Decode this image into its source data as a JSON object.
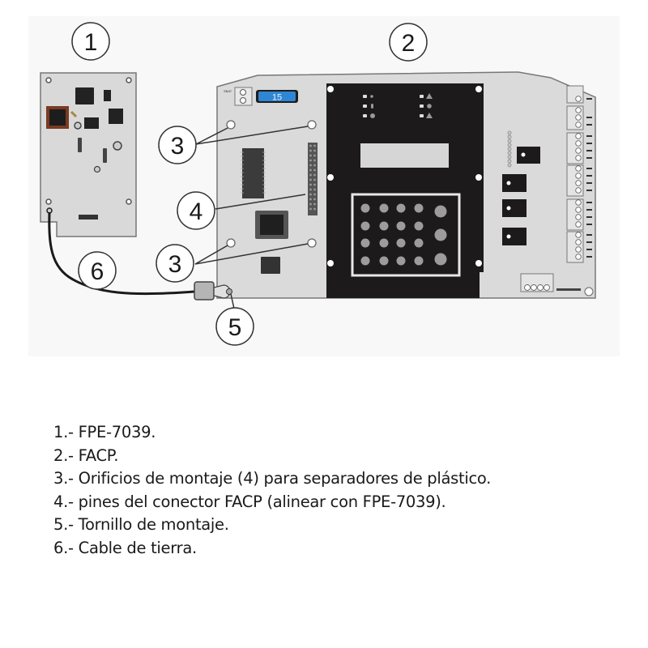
{
  "diagram": {
    "background": "#f7f7f7",
    "board_fill": "#d9d9d9",
    "board_stroke": "#7a7a7a",
    "panel_black": "#1c1a1a",
    "display_fill": "#d6d6d6",
    "key_fill": "#9c9c9c",
    "badge_blue": "#2e86d4",
    "chip_brown": "#7a3a22",
    "callouts": [
      {
        "id": "1",
        "label": "1"
      },
      {
        "id": "2",
        "label": "2"
      },
      {
        "id": "3a",
        "label": "3"
      },
      {
        "id": "4",
        "label": "4"
      },
      {
        "id": "3b",
        "label": "3"
      },
      {
        "id": "6",
        "label": "6"
      },
      {
        "id": "5",
        "label": "5"
      }
    ],
    "address_badge": "15"
  },
  "legend": {
    "items": [
      {
        "text": "1.- FPE-7039."
      },
      {
        "text": "2.- FACP."
      },
      {
        "text": "3.- Orificios de montaje (4) para separadores de plástico."
      },
      {
        "text": "4.- pines del conector FACP (alinear con FPE-7039)."
      },
      {
        "text": "5.- Tornillo de montaje."
      },
      {
        "text": "6.- Cable de tierra."
      }
    ]
  }
}
